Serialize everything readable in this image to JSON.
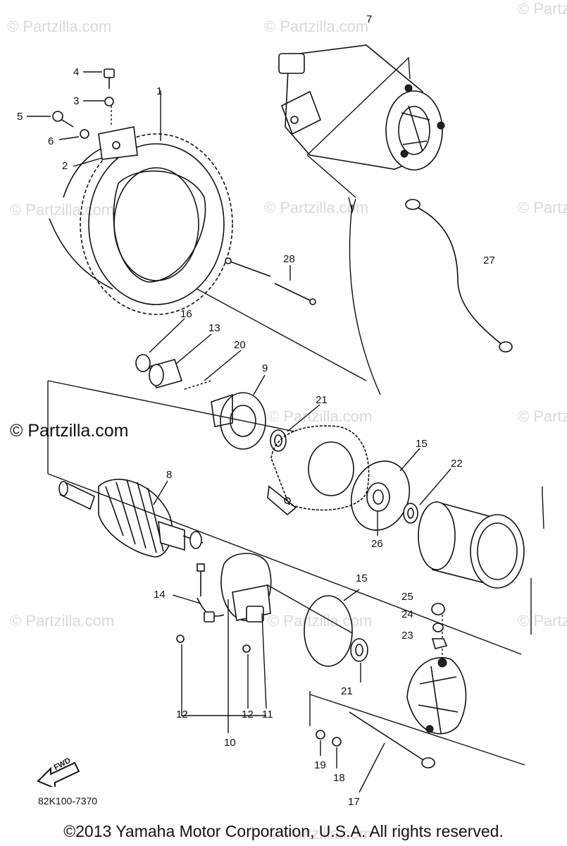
{
  "watermark": {
    "small": "© Partzilla.com",
    "main": "© Partzilla.com"
  },
  "callouts": [
    {
      "id": "c1",
      "text": "1"
    },
    {
      "id": "c2",
      "text": "2"
    },
    {
      "id": "c3",
      "text": "3"
    },
    {
      "id": "c4",
      "text": "4"
    },
    {
      "id": "c5",
      "text": "5"
    },
    {
      "id": "c6",
      "text": "6"
    },
    {
      "id": "c7",
      "text": "7"
    },
    {
      "id": "c8",
      "text": "8"
    },
    {
      "id": "c9",
      "text": "9"
    },
    {
      "id": "c10",
      "text": "10"
    },
    {
      "id": "c11",
      "text": "11"
    },
    {
      "id": "c12a",
      "text": "12"
    },
    {
      "id": "c12b",
      "text": "12"
    },
    {
      "id": "c13",
      "text": "13"
    },
    {
      "id": "c14",
      "text": "14"
    },
    {
      "id": "c15a",
      "text": "15"
    },
    {
      "id": "c15b",
      "text": "15"
    },
    {
      "id": "c16",
      "text": "16"
    },
    {
      "id": "c17",
      "text": "17"
    },
    {
      "id": "c18",
      "text": "18"
    },
    {
      "id": "c19",
      "text": "19"
    },
    {
      "id": "c20",
      "text": "20"
    },
    {
      "id": "c21a",
      "text": "21"
    },
    {
      "id": "c21b",
      "text": "21"
    },
    {
      "id": "c22",
      "text": "22"
    },
    {
      "id": "c23",
      "text": "23"
    },
    {
      "id": "c24",
      "text": "24"
    },
    {
      "id": "c25",
      "text": "25"
    },
    {
      "id": "c26",
      "text": "26"
    },
    {
      "id": "c27",
      "text": "27"
    },
    {
      "id": "c28",
      "text": "28"
    }
  ],
  "fwd_label": "FWD",
  "diagram_code": "82K100-7370",
  "copyright": "©2013 Yamaha Motor Corporation, U.S.A. All rights reserved."
}
